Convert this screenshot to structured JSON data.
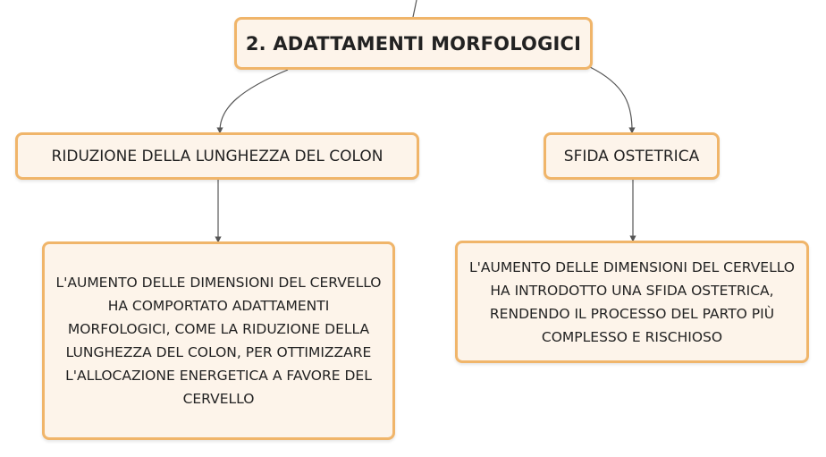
{
  "diagram": {
    "title": "2. ADATTAMENTI MORFOLOGICI",
    "branches": [
      {
        "label": "RIDUZIONE DELLA LUNGHEZZA DEL COLON",
        "description": "L'AUMENTO DELLE DIMENSIONI DEL CERVELLO HA COMPORTATO ADATTAMENTI MORFOLOGICI, COME LA RIDUZIONE DELLA LUNGHEZZA DEL COLON, PER OTTIMIZZARE L'ALLOCAZIONE ENERGETICA A FAVORE DEL CERVELLO"
      },
      {
        "label": "SFIDA OSTETRICA",
        "description": "L'AUMENTO DELLE DIMENSIONI DEL CERVELLO HA INTRODOTTO UNA SFIDA OSTETRICA, RENDENDO IL PROCESSO DEL PARTO PIÙ COMPLESSO E RISCHIOSO"
      }
    ]
  },
  "colors": {
    "node_fill": "#fdf4ea",
    "node_border": "#f0b56a",
    "connector": "#555555"
  }
}
